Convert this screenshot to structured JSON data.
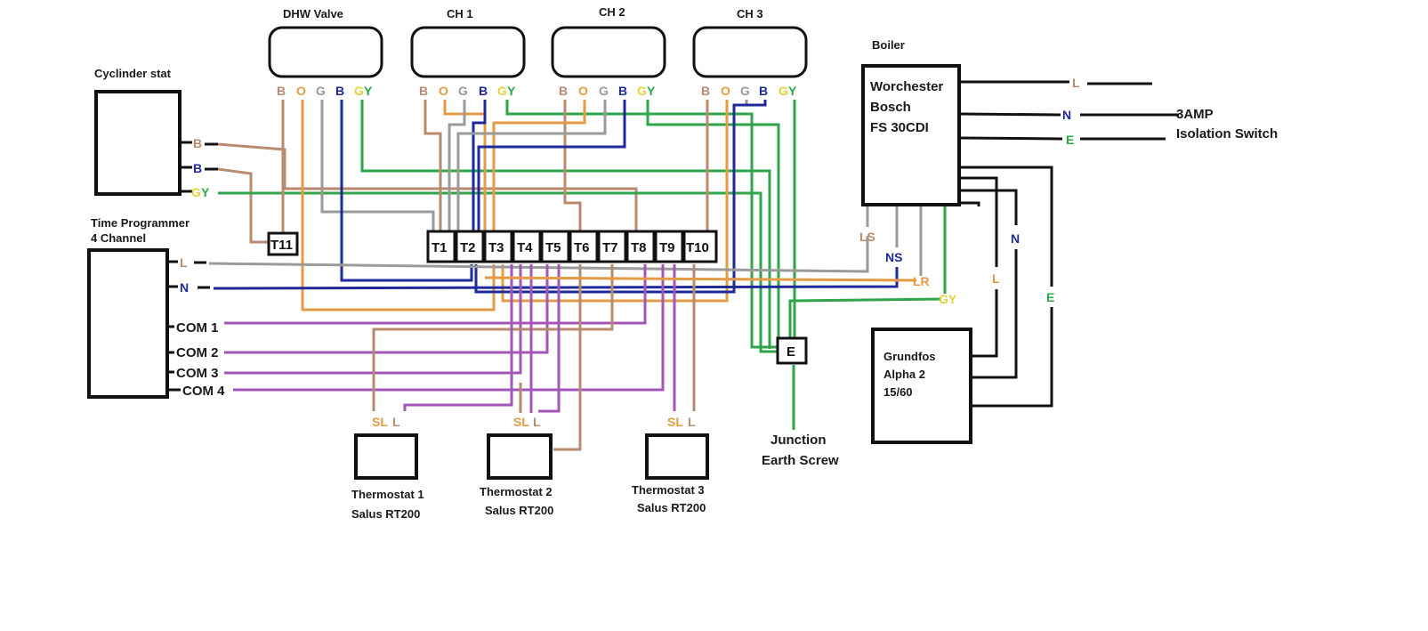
{
  "colors": {
    "brown": "#b88a6e",
    "orange": "#e59a45",
    "grey": "#9a9a9a",
    "blue": "#1f2a9a",
    "green": "#2fa54a",
    "purple": "#a257b8",
    "yellow": "#e3d23a"
  },
  "valves": {
    "dhw": {
      "title": "DHW Valve",
      "pins": [
        "B",
        "O",
        "G",
        "B",
        "G",
        "Y"
      ]
    },
    "ch1": {
      "title": "CH 1",
      "pins": [
        "B",
        "O",
        "G",
        "B",
        "G",
        "Y"
      ]
    },
    "ch2": {
      "title": "CH 2",
      "pins": [
        "B",
        "O",
        "G",
        "B",
        "G",
        "Y"
      ]
    },
    "ch3": {
      "title": "CH 3",
      "pins": [
        "B",
        "O",
        "G",
        "B",
        "G",
        "Y"
      ]
    }
  },
  "cylinder_stat": {
    "title": "Cyclinder stat",
    "pins": [
      "B",
      "B",
      "G",
      "Y"
    ]
  },
  "time_programmer": {
    "title_line1": "Time Programmer",
    "title_line2": "4 Channel",
    "pins": [
      "L",
      "N",
      "COM 1",
      "COM 2",
      "COM 3",
      "COM 4"
    ]
  },
  "terminals": [
    "T1",
    "T2",
    "T3",
    "T4",
    "T5",
    "T6",
    "T7",
    "T8",
    "T9",
    "T10",
    "T11"
  ],
  "boiler": {
    "heading": "Boiler",
    "line1": "Worchester",
    "line2": "Bosch",
    "line3": "FS 30CDI",
    "pins": [
      "LS",
      "NS",
      "LR",
      "GY"
    ],
    "supply_pins": [
      "L",
      "N",
      "E"
    ]
  },
  "isolation": {
    "line1": "3AMP",
    "line2": "Isolation Switch"
  },
  "pump": {
    "line1": "Grundfos",
    "line2": "Alpha 2",
    "line3": "15/60",
    "pins": [
      "L",
      "N",
      "E"
    ]
  },
  "junction": {
    "label": "E",
    "line1": "Junction",
    "line2": "Earth Screw"
  },
  "thermostats": [
    {
      "pins": [
        "SL",
        "L"
      ],
      "line1": "Thermostat 1",
      "line2": "Salus RT200"
    },
    {
      "pins": [
        "SL",
        "L"
      ],
      "line1": "Thermostat 2",
      "line2": "Salus RT200"
    },
    {
      "pins": [
        "SL",
        "L"
      ],
      "line1": "Thermostat 3",
      "line2": "Salus RT200"
    }
  ]
}
